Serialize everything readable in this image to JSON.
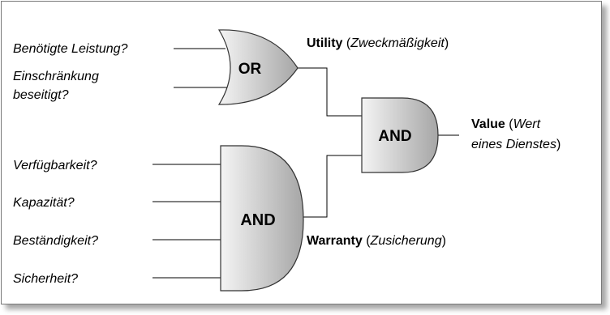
{
  "inputs": {
    "or_inputs": [
      "Benötigte Leistung?",
      "Einschränkung",
      "beseitigt?"
    ],
    "and_inputs": [
      "Verfügbarkeit?",
      "Kapazität?",
      "Beständigkeit?",
      "Sicherheit?"
    ]
  },
  "gates": {
    "or_label": "OR",
    "and_big_label": "AND",
    "and_out_label": "AND"
  },
  "outputs": {
    "utility_bold": "Utility",
    "utility_paren_open": " (",
    "utility_italic": "Zweckmäßigkeit",
    "utility_paren_close": ")",
    "warranty_bold": "Warranty",
    "warranty_paren_open": " (",
    "warranty_italic": "Zusicherung",
    "warranty_paren_close": ")",
    "value_bold": "Value",
    "value_paren_open": " (",
    "value_italic_1": "Wert",
    "value_italic_2": "eines Dienstes",
    "value_paren_close": ")"
  },
  "colors": {
    "gate_fill_light": "#f2f2f2",
    "gate_fill_dark": "#a9a9a9",
    "frame_border": "#7a7a7a"
  }
}
